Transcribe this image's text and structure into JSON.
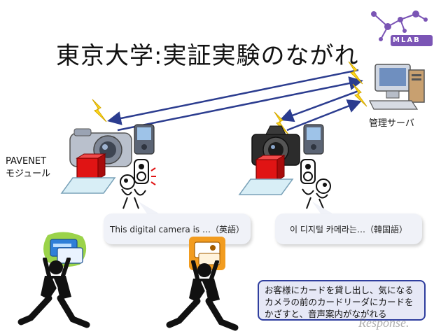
{
  "title": "東京大学:実証実験のながれ",
  "logo": {
    "text": "MLAB"
  },
  "labels": {
    "server": "管理サーバ",
    "module_line1": "PAVENET",
    "module_line2": "モジュール"
  },
  "bubbles": {
    "left": "This digital camera is …（英語）",
    "right": "이 디지털 카메라는…（韓国語）"
  },
  "description": "お客様にカードを貸し出し、気になるカメラの前のカードリーダにカードをかざすと、音声案内がながれる",
  "watermark": "Response.",
  "icons": {
    "logo": "molecule-logo-icon",
    "server": "computer-server-icon",
    "camera_left": "silver-digital-camera-icon",
    "camera_right": "black-slr-camera-icon",
    "pda": "pda-icon",
    "module": "red-module-box-icon",
    "card_reader": "card-reader-plate-icon",
    "speaker": "cartoon-speaker-character-icon",
    "lightning": "lightning-bolt-icon",
    "person": "person-holding-card-icon",
    "card": "id-card-icon"
  },
  "colors": {
    "arrow": "#2b3c8f",
    "lightning": "#ffd81a",
    "module": "#e01414",
    "desc_border": "#2f3e9e",
    "logo": "#7b55b5"
  }
}
